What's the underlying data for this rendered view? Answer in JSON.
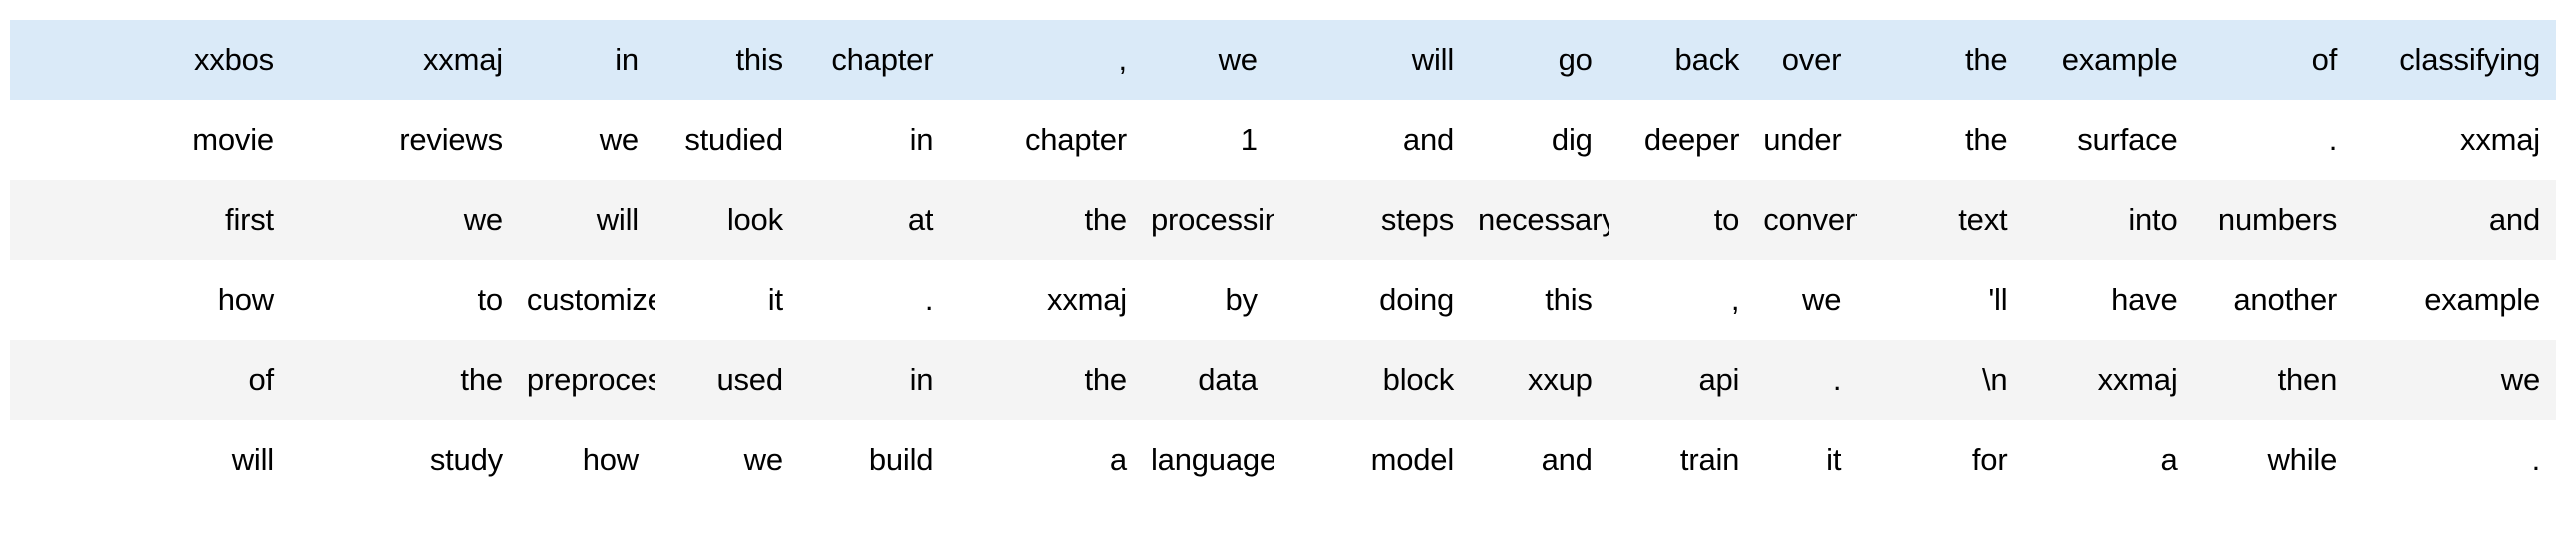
{
  "view": {
    "kind": "dataframe-token-table",
    "columns": 16,
    "rows": 6,
    "alignment": "right",
    "colors": {
      "page_background": "#ffffff",
      "row_stripe": "#f4f4f4",
      "row_highlight": "#daeaf8",
      "text": "#000000"
    }
  },
  "table": {
    "rows": [
      {
        "style": "highlight",
        "cells": [
          "xxbos",
          "xxmaj",
          "in",
          "this",
          "chapter",
          ",",
          "we",
          "will",
          "go",
          "back",
          "over",
          "the",
          "example",
          "of",
          "classifying"
        ]
      },
      {
        "style": "plain",
        "cells": [
          "movie",
          "reviews",
          "we",
          "studied",
          "in",
          "chapter",
          "1",
          "and",
          "dig",
          "deeper",
          "under",
          "the",
          "surface",
          ".",
          "xxmaj"
        ]
      },
      {
        "style": "stripe",
        "cells": [
          "first",
          "we",
          "will",
          "look",
          "at",
          "the",
          "processing",
          "steps",
          "necessary",
          "to",
          "convert",
          "text",
          "into",
          "numbers",
          "and"
        ]
      },
      {
        "style": "plain",
        "cells": [
          "how",
          "to",
          "customize",
          "it",
          ".",
          "xxmaj",
          "by",
          "doing",
          "this",
          ",",
          "we",
          "'ll",
          "have",
          "another",
          "example"
        ]
      },
      {
        "style": "stripe",
        "cells": [
          "of",
          "the",
          "preprocessor",
          "used",
          "in",
          "the",
          "data",
          "block",
          "xxup",
          "api",
          ".",
          "\\n",
          "xxmaj",
          "then",
          "we"
        ]
      },
      {
        "style": "plain",
        "cells": [
          "will",
          "study",
          "how",
          "we",
          "build",
          "a",
          "language",
          "model",
          "and",
          "train",
          "it",
          "for",
          "a",
          "while",
          "."
        ]
      }
    ]
  }
}
